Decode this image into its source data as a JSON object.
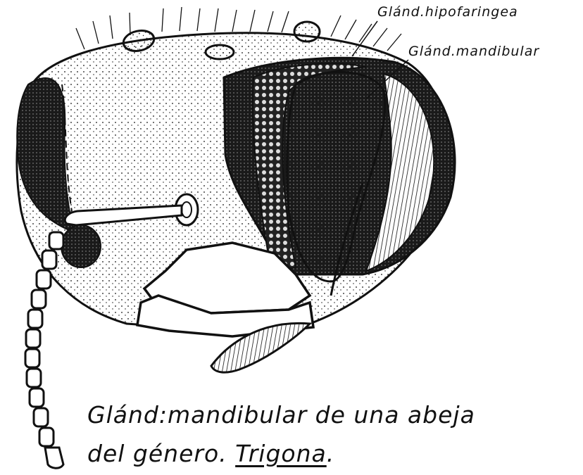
{
  "labels": {
    "hypopharyngeal_gland": "Glánd.hipofaringea",
    "mandibular_gland": "Glánd.mandibular"
  },
  "caption": {
    "line1": "Glánd:mandibular de una abeja",
    "line2_prefix": "del género.",
    "line2_genus": "Trigona",
    "line2_suffix": "."
  },
  "colors": {
    "ink": "#111111",
    "paper": "#ffffff"
  }
}
